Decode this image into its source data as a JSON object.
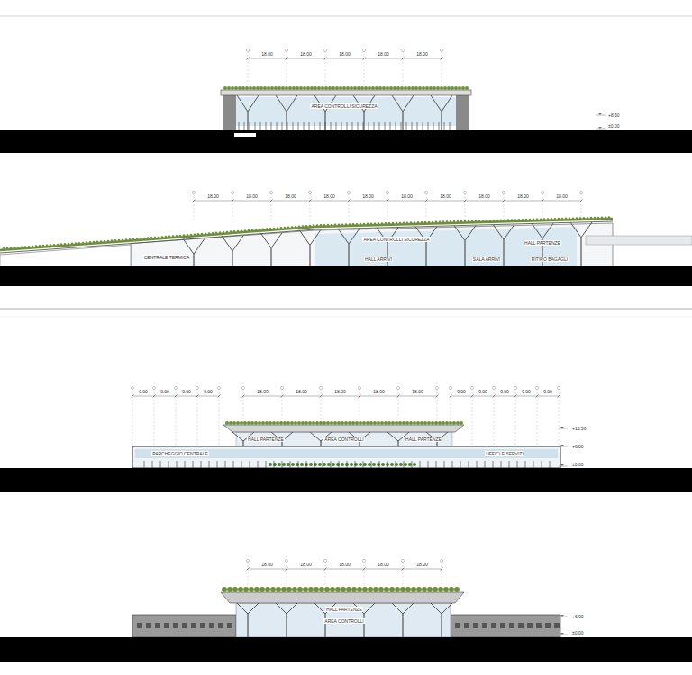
{
  "diagram": {
    "labels": [
      "18.00",
      "18.00",
      "18.00",
      "18.00",
      "18.00",
      "AREA CONTROLLI SICUREZZA",
      "+8.50",
      "±0.00",
      "18.00",
      "18.00",
      "18.00",
      "18.00",
      "18.00",
      "18.00",
      "18.00",
      "18.00",
      "18.00",
      "18.00",
      "CENTRALE TERMICA",
      "HALL ARRIVI",
      "AREA CONTROLLI SICUREZZA",
      "SALA ARRIVI",
      "HALL PARTENZE",
      "RITIRO BAGAGLI",
      "9.00",
      "9.00",
      "9.00",
      "9.00",
      "18.00",
      "18.00",
      "18.00",
      "18.00",
      "18.00",
      "9.00",
      "9.00",
      "9.00",
      "9.00",
      "9.00",
      "HALL PARTENZE",
      "HALL PARTENZE",
      "PARCHEGGIO CENTRALE",
      "AREA CONTROLLI",
      "UFFICI E SERVIZI",
      "+15.50",
      "+6.00",
      "±0.00",
      "18.00",
      "18.00",
      "18.00",
      "18.00",
      "18.00",
      "HALL PARTENZE",
      "AREA CONTROLLI",
      "+6.00",
      "±0.00"
    ]
  }
}
